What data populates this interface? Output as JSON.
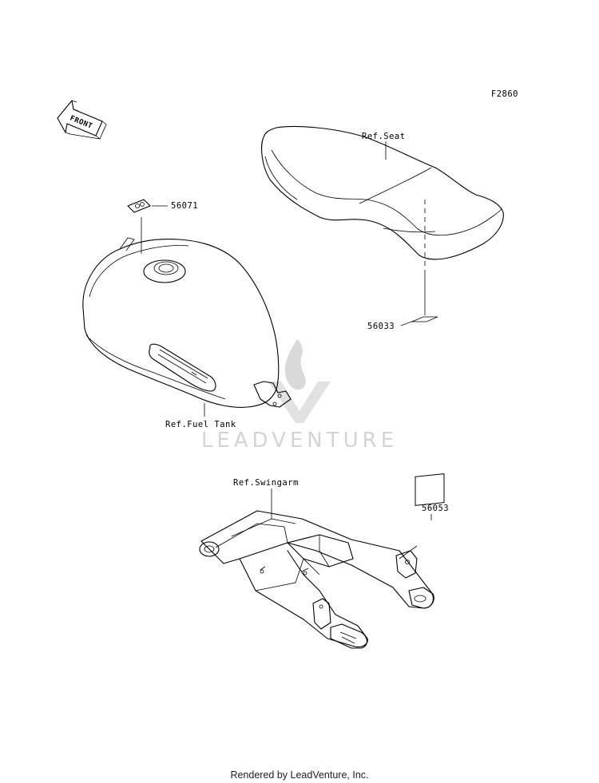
{
  "figure_code": "F2860",
  "front_arrow_label": "FRONT",
  "labels": {
    "seat_ref": "Ref.Seat",
    "fuel_tank_ref": "Ref.Fuel Tank",
    "swingarm_ref": "Ref.Swingarm"
  },
  "part_numbers": {
    "tank_label": "56071",
    "seat_label": "56033",
    "swingarm_label": "56053"
  },
  "watermark": "LEADVENTURE",
  "footer": "Rendered by LeadVenture, Inc."
}
